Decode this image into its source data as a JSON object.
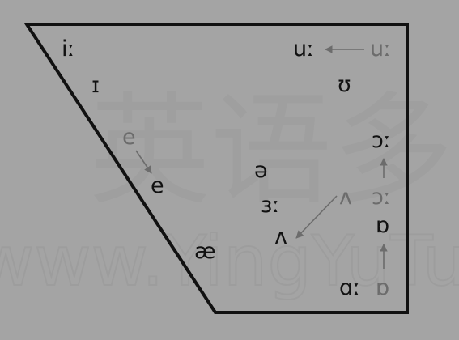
{
  "watermark": {
    "cjk": "英语多",
    "latin": "www.YingYuTu.com"
  },
  "colors": {
    "background": "#a4a4a4",
    "primary": "#111111",
    "secondary": "#6c6c6c",
    "watermark": "#9a9a9a"
  },
  "vowels": {
    "i_long": "iː",
    "i_short": "ɪ",
    "u_long": "uː",
    "u_long_shifted": "uː",
    "u_short": "ʊ",
    "e_old": "e",
    "e_new": "e",
    "schwa": "ə",
    "open_o_long": "ɔː",
    "open_o_long_shifted": "ɔː",
    "er_long": "ɜː",
    "wedge_old": "ʌ",
    "wedge_new": "ʌ",
    "open_o_short": "ɒ",
    "open_o_short_shifted": "ɒ",
    "ash": "æ",
    "a_long": "ɑː"
  }
}
